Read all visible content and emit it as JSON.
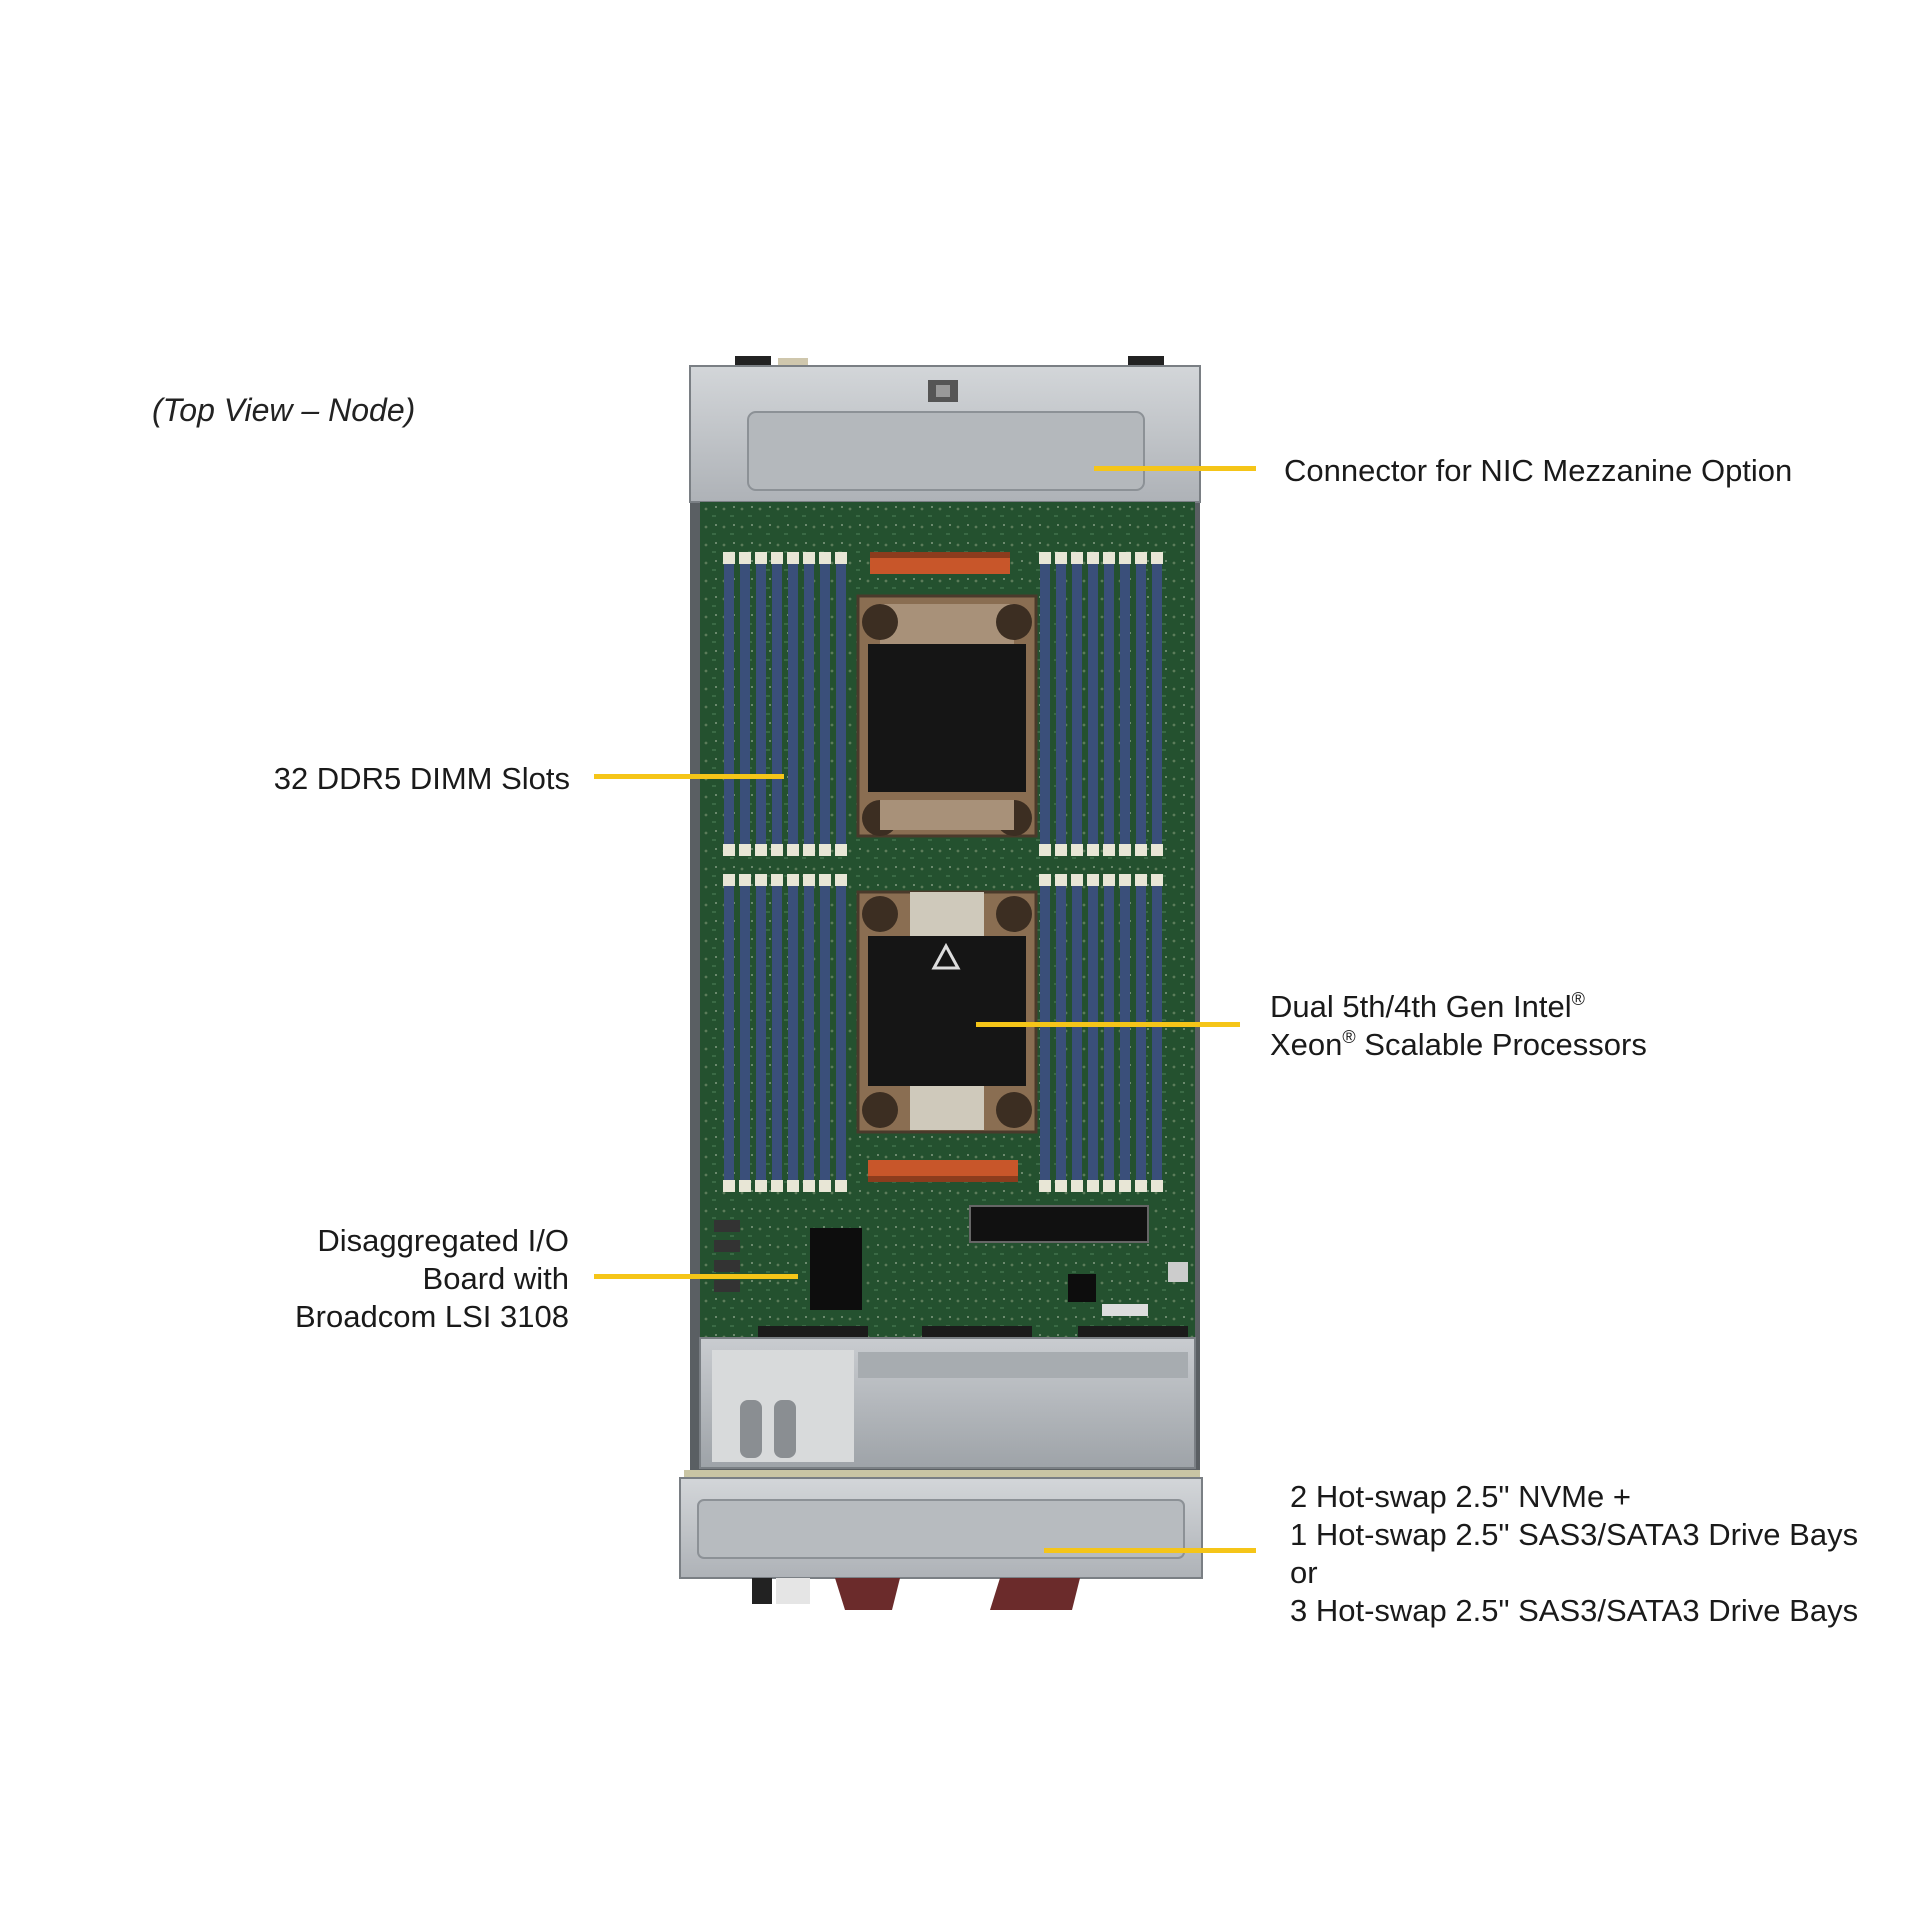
{
  "view_label": "(Top View – Node)",
  "callouts": {
    "nic": {
      "text": "Connector for NIC Mezzanine Option"
    },
    "dimm": {
      "text": "32 DDR5 DIMM Slots"
    },
    "cpu": {
      "line1": "Dual 5th/4th Gen Intel",
      "line1_mark": "®",
      "line2_a": "Xeon",
      "line2_mark": "®",
      "line2_b": " Scalable Processors"
    },
    "io": {
      "line1": "Disaggregated I/O",
      "line2": "Board with",
      "line3": "Broadcom LSI 3108"
    },
    "drives": {
      "line1": "2 Hot-swap 2.5\" NVMe +",
      "line2": "1 Hot-swap 2.5\" SAS3/SATA3 Drive Bays",
      "line3": "or",
      "line4": "3 Hot-swap 2.5\" SAS3/SATA3 Drive Bays"
    }
  },
  "colors": {
    "leader": "#f5c518",
    "pcb": "#1f4a2c",
    "chassis": "#b9bdc1",
    "dimm": "#3a4f7a",
    "socket_copper": "#8a6e52",
    "connector_orange": "#c8562a"
  }
}
